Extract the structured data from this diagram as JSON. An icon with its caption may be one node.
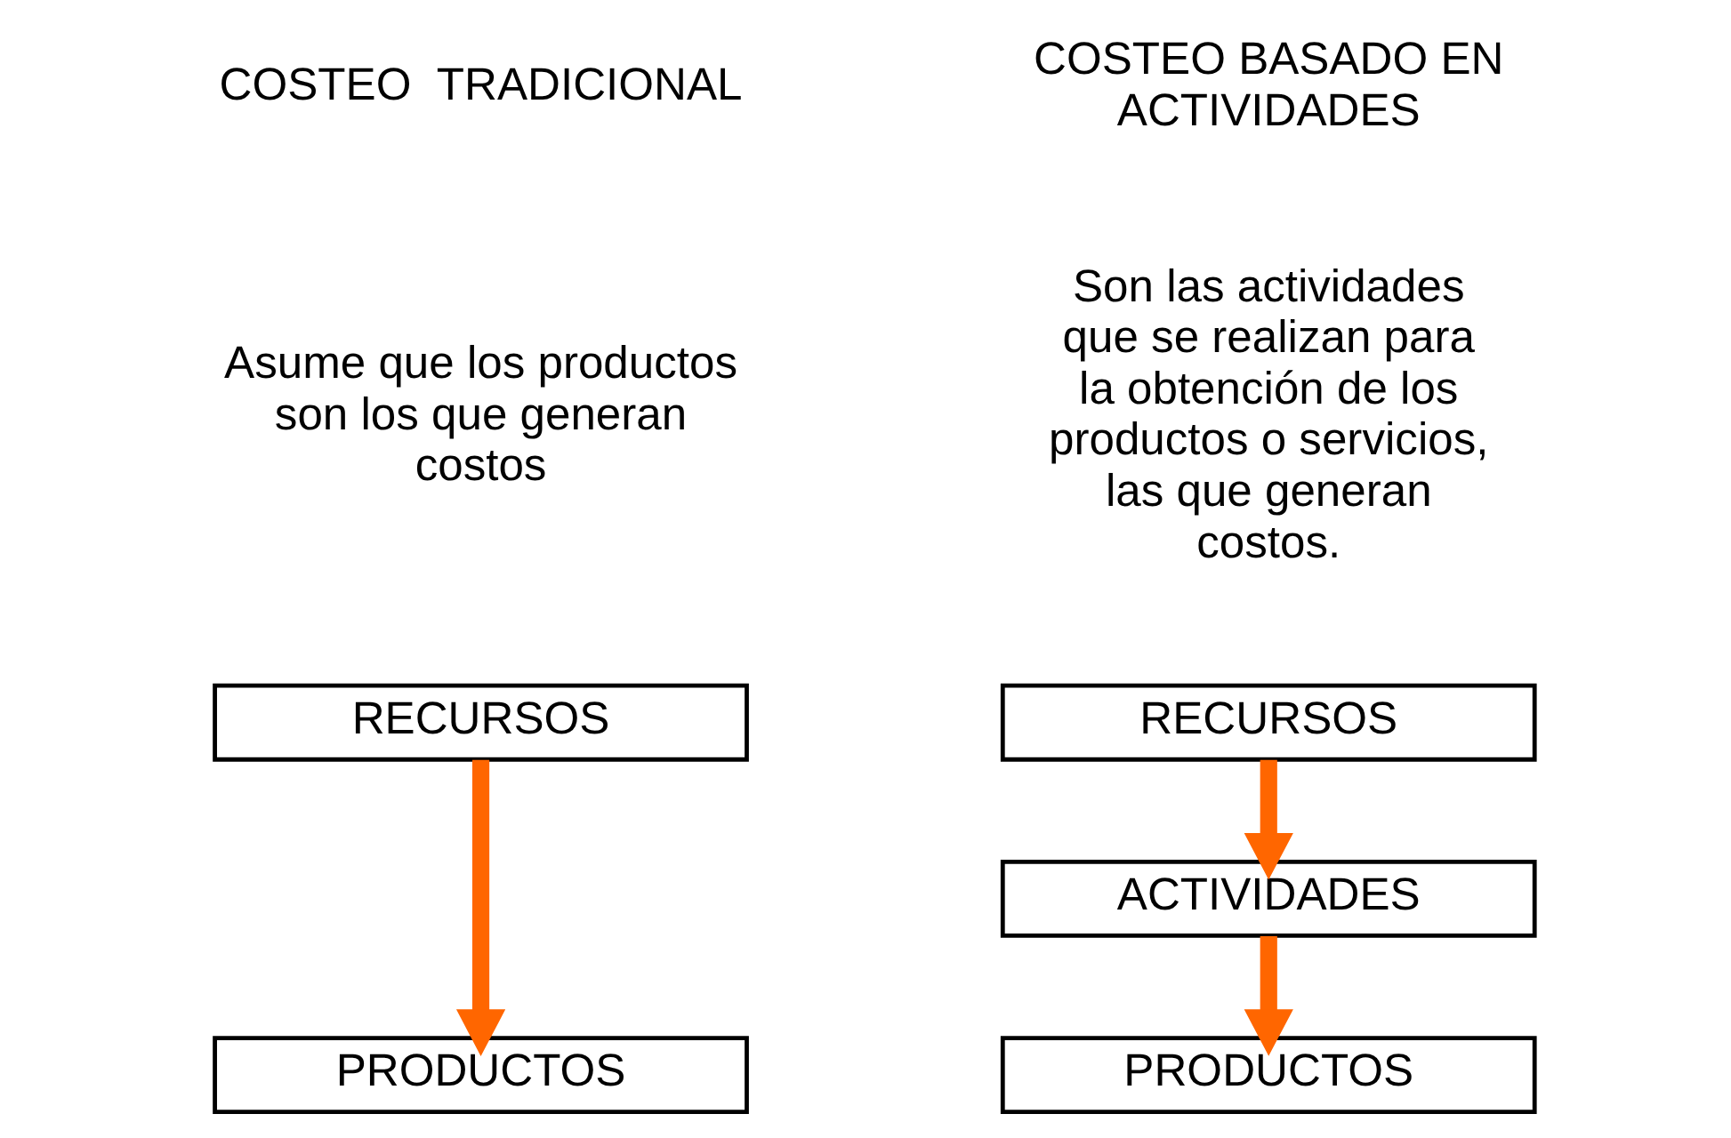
{
  "diagram": {
    "nodes": [
      {
        "text": [
          "RECURSOS"
        ]
      },
      {
        "text": [
          "PRODUCTOS"
        ]
      },
      {
        "text": [
          "RECURSOS"
        ]
      },
      {
        "text": [
          "ACTIVIDADES"
        ]
      },
      {
        "text": [
          "PRODUCTOS"
        ]
      }
    ],
    "edges": [
      {
        "from": 0,
        "to": 1,
        "arrow": "to",
        "color": "#ff6600"
      },
      {
        "from": 2,
        "to": 3,
        "arrow": "to",
        "color": "#ff6600"
      },
      {
        "from": 3,
        "to": 4,
        "arrow": "to",
        "color": "#ff6600"
      }
    ],
    "labels": [
      "COSTEO  TRADICIONAL",
      "COSTEO BASADO EN ACTIVIDADES",
      "Asume que los productos son los que generan costos",
      "Son las actividades que se realizan para la obtención de los productos o servicios, las que generan costos."
    ]
  }
}
